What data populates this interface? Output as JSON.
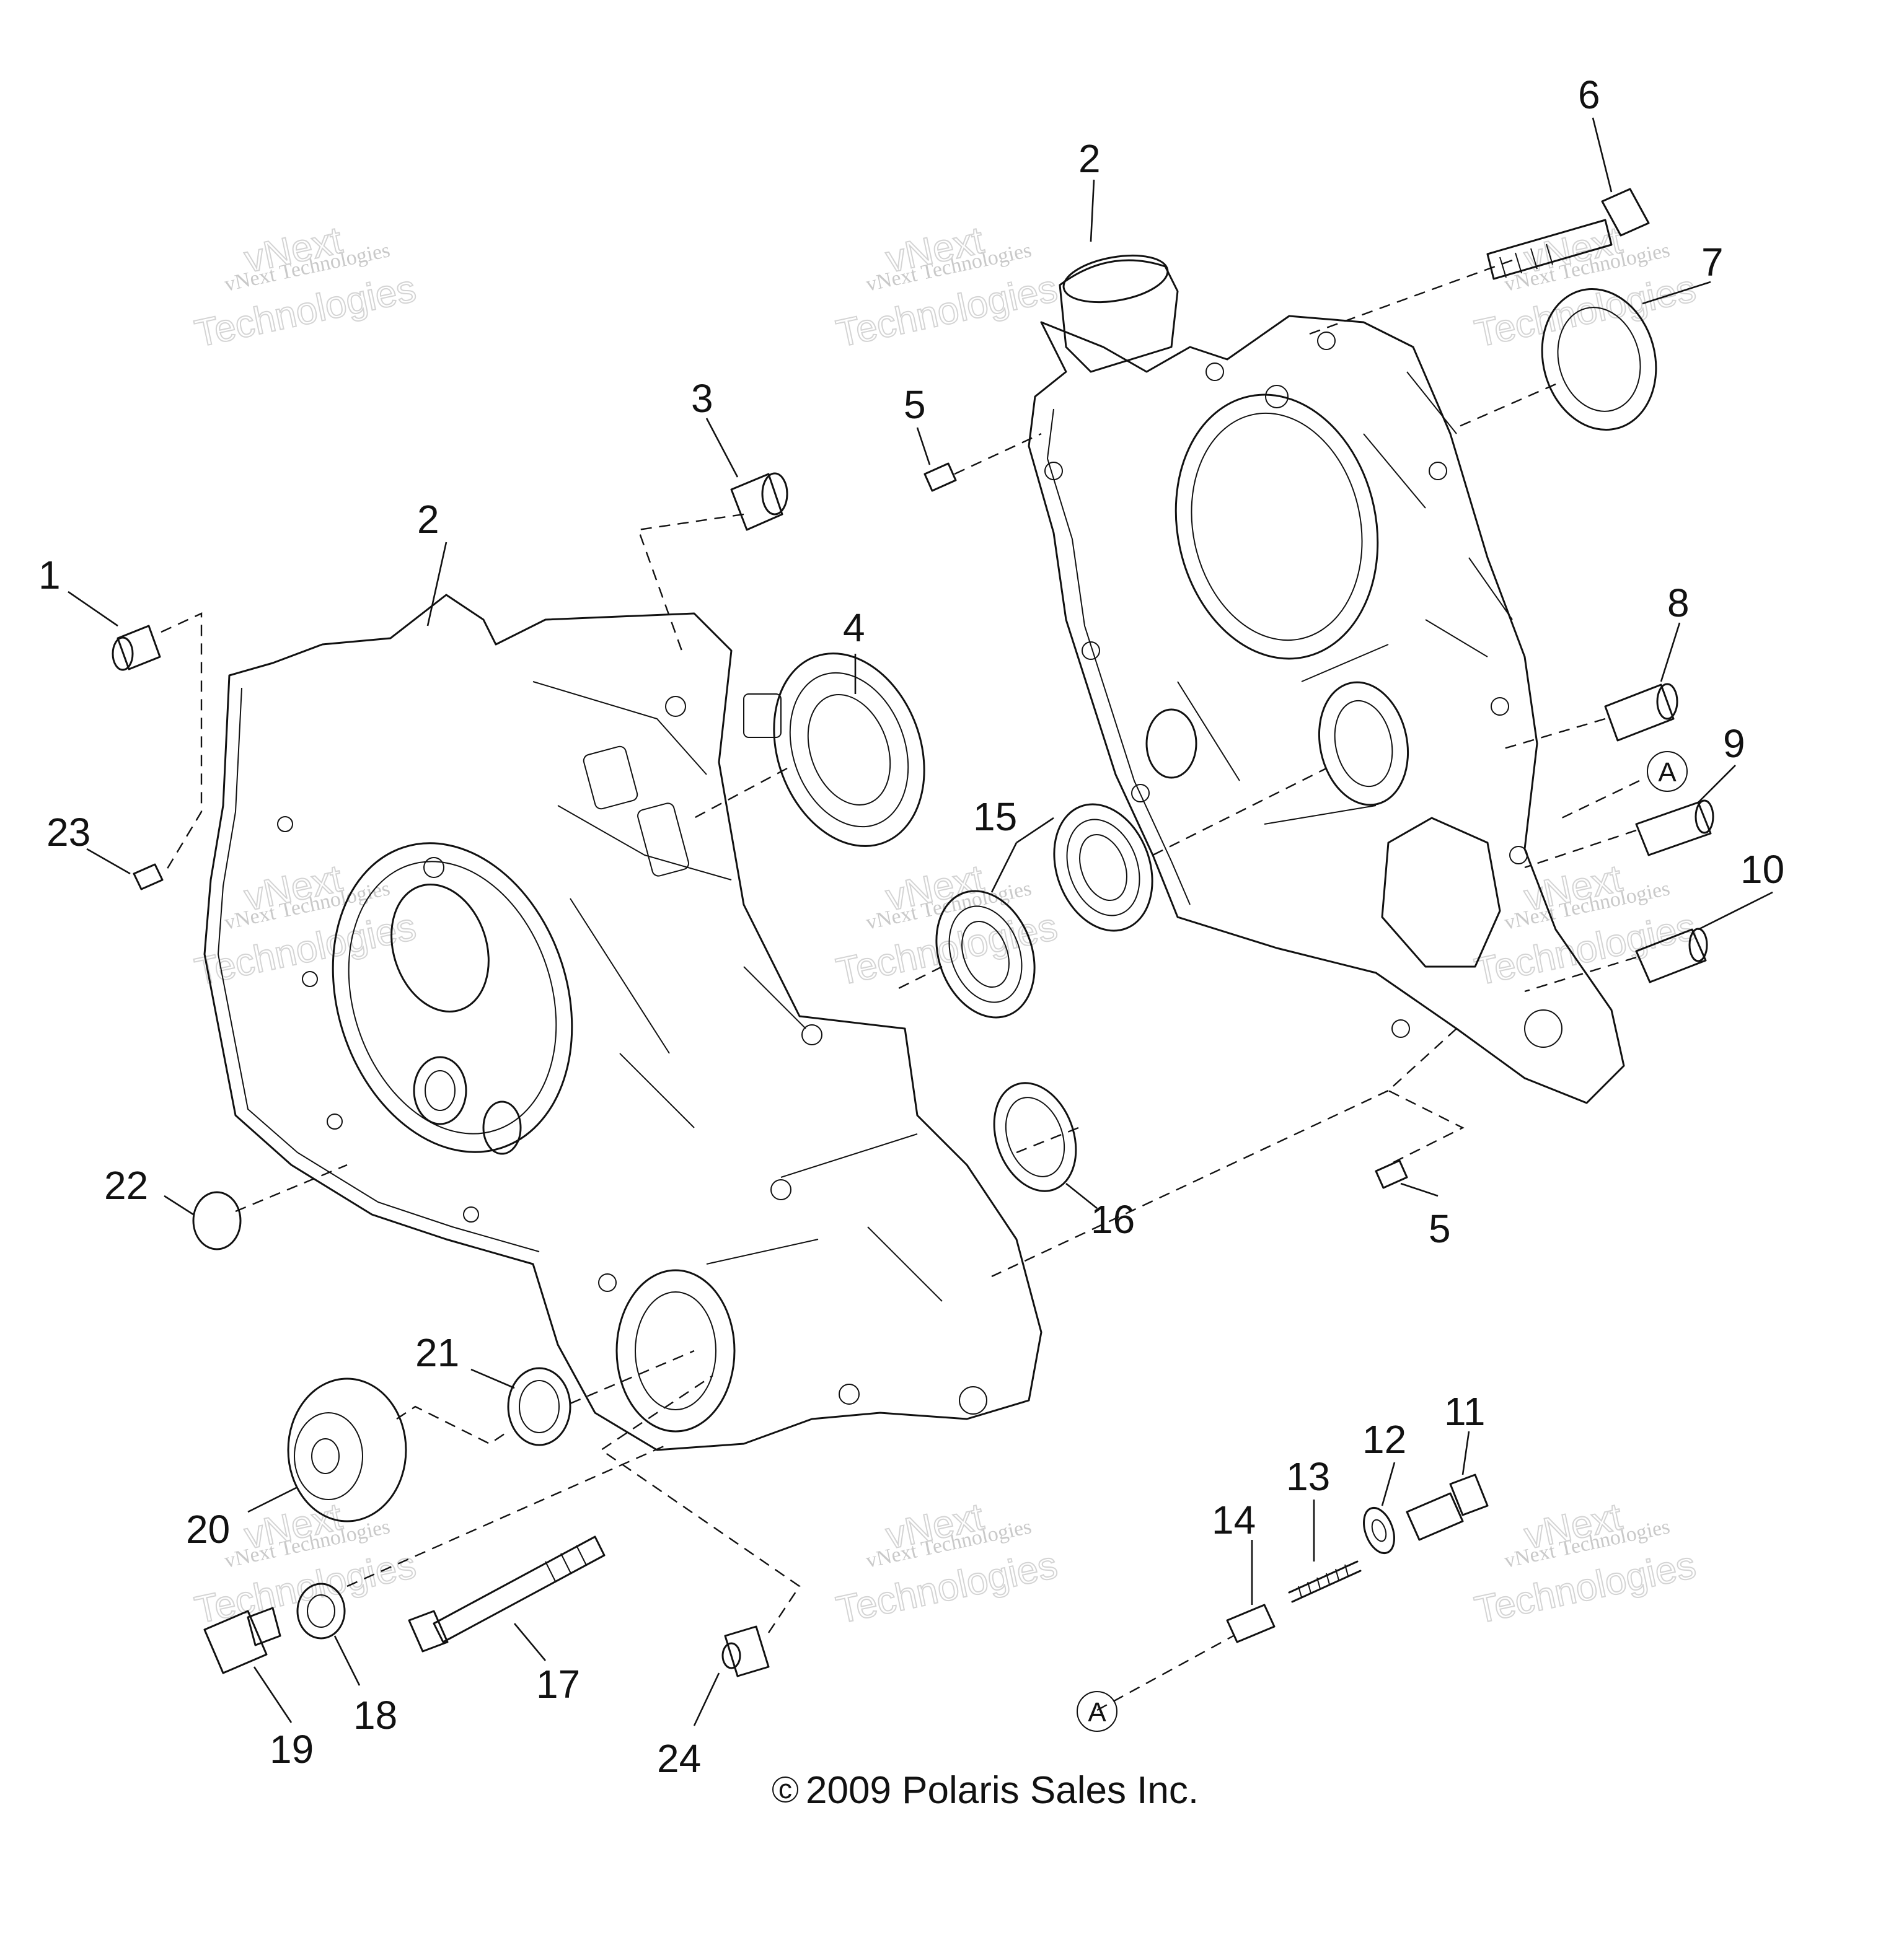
{
  "callouts": [
    "1",
    "2",
    "2",
    "3",
    "4",
    "5",
    "5",
    "6",
    "7",
    "8",
    "9",
    "10",
    "11",
    "12",
    "13",
    "14",
    "15",
    "16",
    "17",
    "18",
    "19",
    "20",
    "21",
    "22",
    "23",
    "24"
  ],
  "reference_letters": [
    "A",
    "A"
  ],
  "watermark": {
    "line1": "vNext Technologies",
    "line2": "vNext",
    "line3": "Technologies"
  },
  "copyright": {
    "symbol": "c",
    "text": "2009 Polaris Sales Inc."
  }
}
